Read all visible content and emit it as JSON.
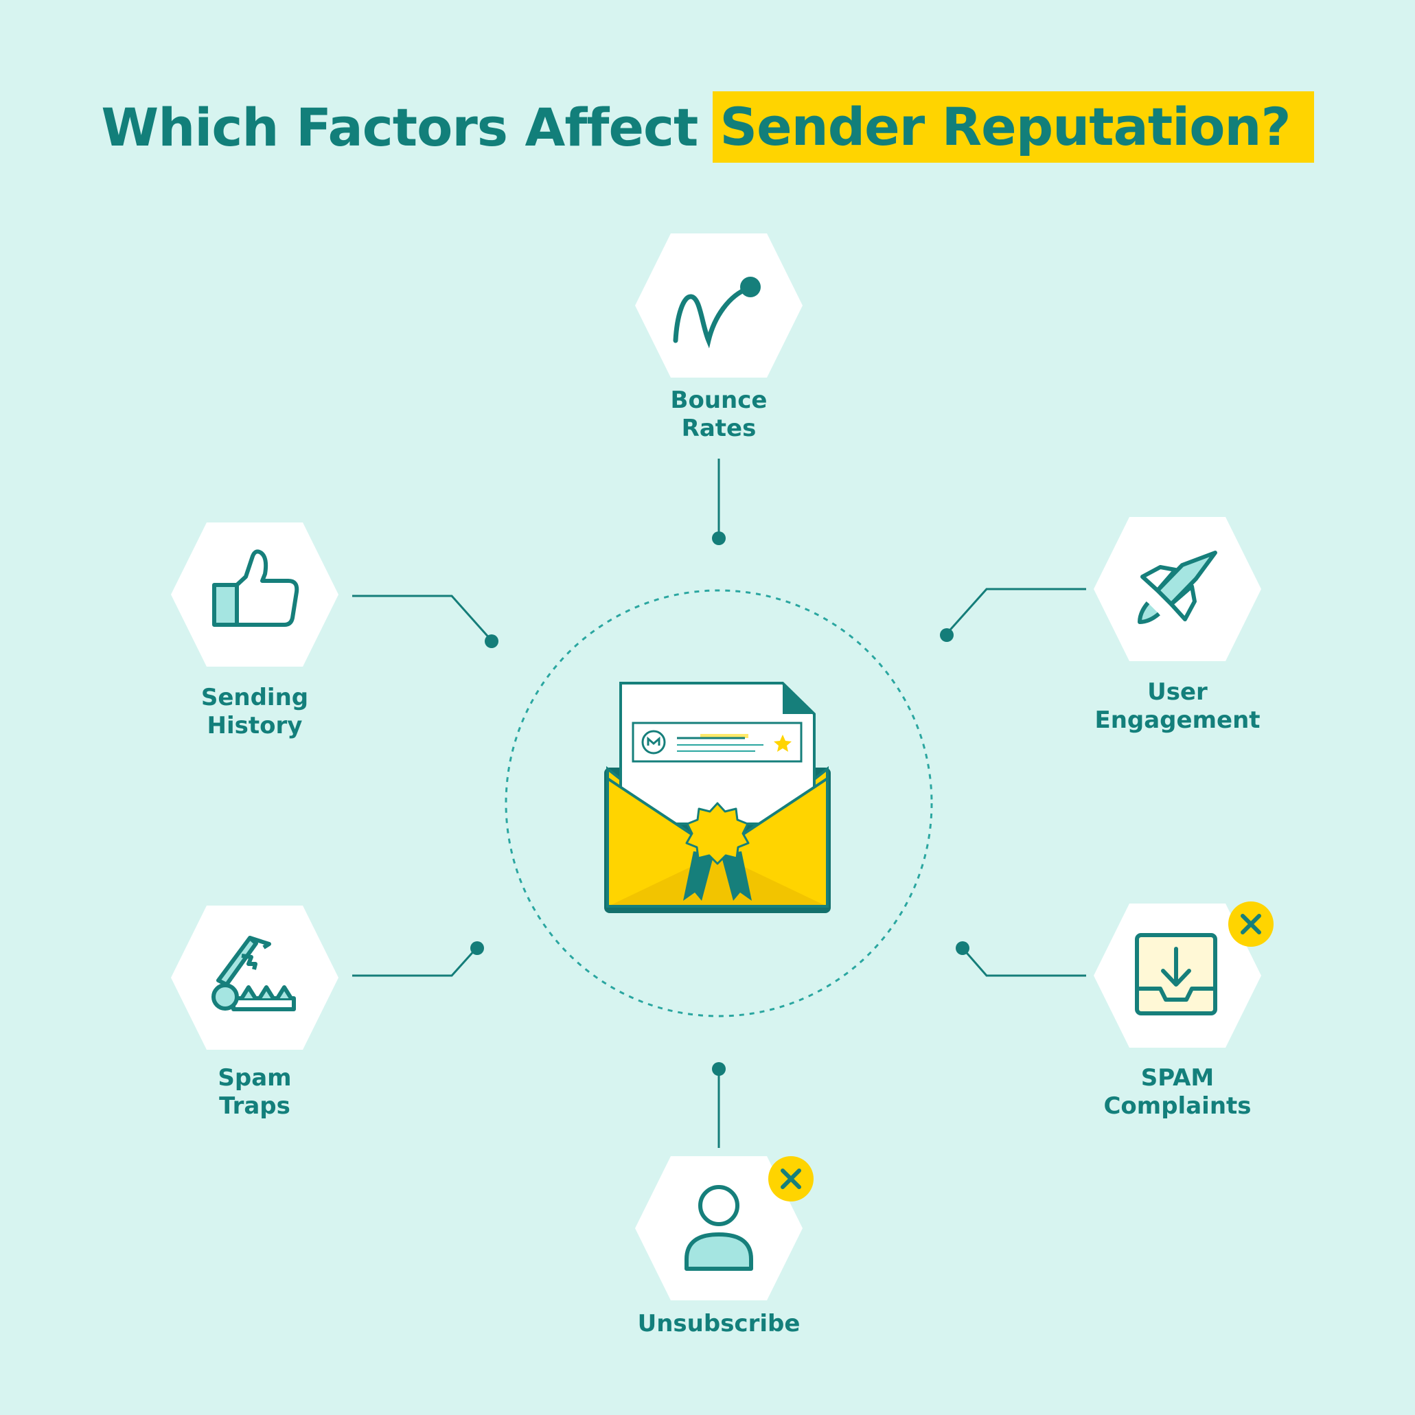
{
  "title": {
    "prefix": "Which Factors Affect",
    "highlight": "Sender Reputation?"
  },
  "colors": {
    "background": "#d7f4f0",
    "teal": "#167f7b",
    "highlight": "#ffd400",
    "hexagon": "#ffffff",
    "light_teal_fill": "#a5e5e1"
  },
  "factors": [
    {
      "line1": "Bounce",
      "line2": "Rates",
      "icon": "bounce-arc-icon"
    },
    {
      "line1": "Sending",
      "line2": "History",
      "icon": "thumbs-up-icon"
    },
    {
      "line1": "User",
      "line2": "Engagement",
      "icon": "rocket-icon"
    },
    {
      "line1": "Spam",
      "line2": "Traps",
      "icon": "trap-icon"
    },
    {
      "line1": "SPAM",
      "line2": "Complaints",
      "icon": "inbox-download-icon",
      "badge": "x-badge-icon"
    },
    {
      "line1": "Unsubscribe",
      "line2": "",
      "icon": "user-icon",
      "badge": "x-badge-icon"
    }
  ],
  "center": {
    "icon": "certified-envelope-icon"
  }
}
